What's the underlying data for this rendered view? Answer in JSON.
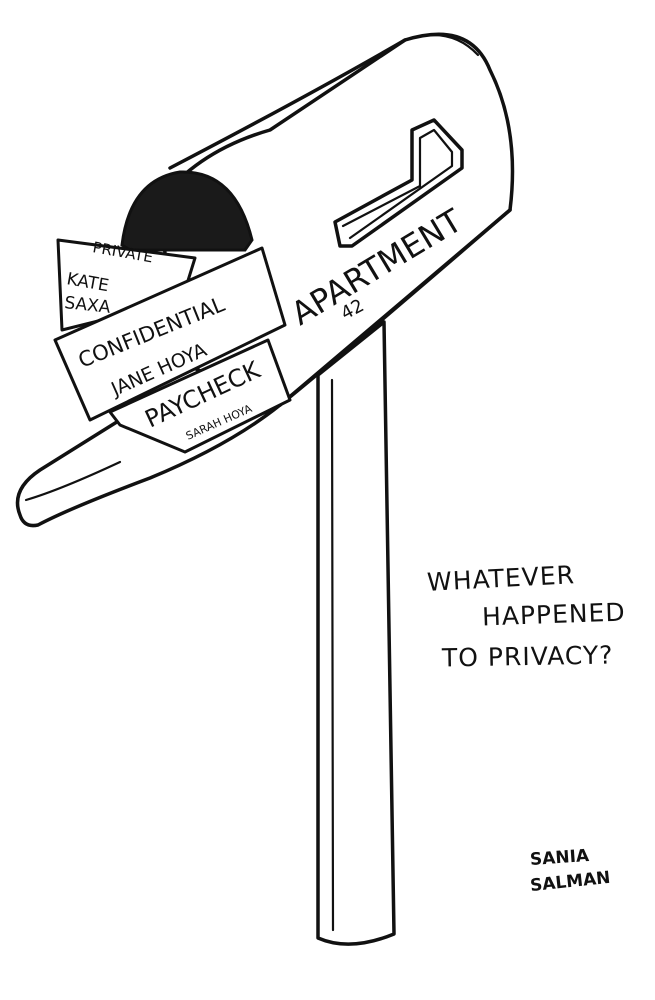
{
  "mailbox": {
    "label_line1": "APARTMENT",
    "label_line2": "42"
  },
  "letters": {
    "private": {
      "tag": "PRIVATE",
      "name_line1": "KATE",
      "name_line2": "SAXA"
    },
    "confidential": {
      "tag": "CONFIDENTIAL",
      "name": "JANE HOYA"
    },
    "paycheck": {
      "tag": "PAYCHECK",
      "name": "SARAH HOYA"
    }
  },
  "caption": {
    "line1": "WHATEVER",
    "line2": "HAPPENED",
    "line3": "TO PRIVACY?"
  },
  "signature": {
    "line1": "SANIA",
    "line2": "SALMAN"
  }
}
